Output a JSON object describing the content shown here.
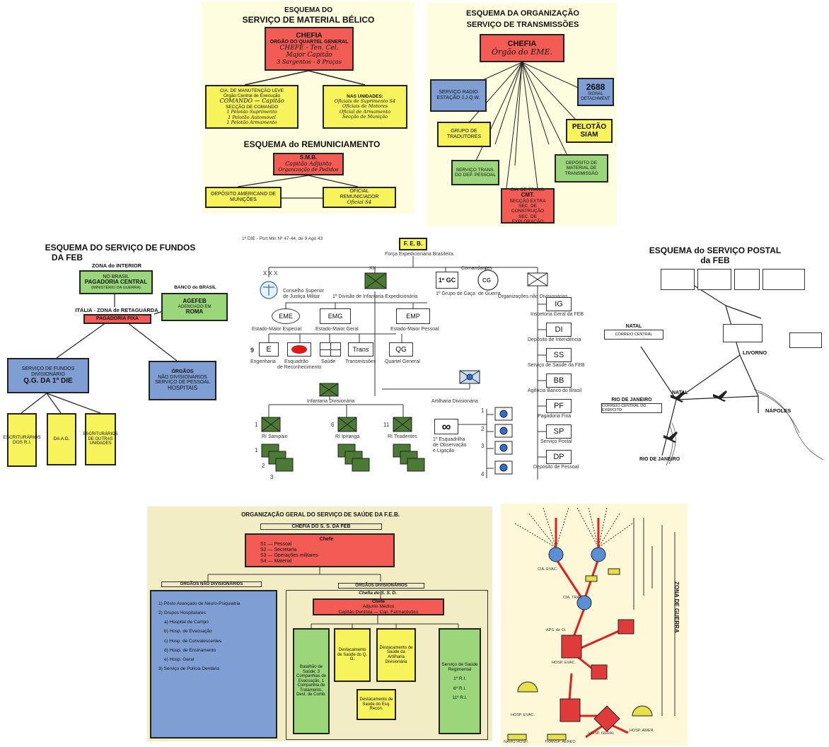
{
  "material_belico": {
    "title1": "ESQUEMA DO",
    "title2": "SERVIÇO DE MATERIAL BÉLICO",
    "chefia": "CHEFIA",
    "chefia_l2": "ORGÃO DO QUARTEL GENERAL",
    "chefia_l3": "CHEFE - Ten. Cel.",
    "chefia_l4": "Major  Capitão",
    "chefia_l5": "3 Sargentos - 8 Praças",
    "left_box_l1": "CIA. DE MANUTENÇÃO LEVE",
    "left_box_l2": "Órgão Central de Execução",
    "left_box_l3": "COMANDO — Capitão",
    "left_box_l4": "SECÇÃO DE COMANDO",
    "left_box_l5": "1 Pelotão Suprimento",
    "left_box_l6": "1 Pelotão Automóvel",
    "left_box_l7": "1 Pelotão Armamento",
    "right_box_l1": "NAS UNIDADES:",
    "right_box_l2": "Oficiais de Suprimento S4",
    "right_box_l3": "Oficiais de Motores",
    "right_box_l4": "Oficial de Armamento",
    "right_box_l5": "Secção de Munição"
  },
  "remuniciamento": {
    "title": "ESQUEMA do REMUNICIAMENTO",
    "smb_l1": "S.M.B.",
    "smb_l2": "Capitão Adjunto",
    "smb_l3": "Organização de Pedidos",
    "left": "DEPÓSITO AMERICANO DE MUNIÇÕES",
    "right_l1": "OFICIAL",
    "right_l2": "REMUNICIADOR",
    "right_l3": "Oficial S4"
  },
  "transmissoes": {
    "title1": "ESQUEMA DA ORGANIZAÇÃO",
    "title2": "SERVIÇO DE TRANSMISSÕES",
    "chefia": "CHEFIA",
    "chefia_l2": "Órgão do EME.",
    "radio": "SERVIÇO RADIO ESTAÇÃO J.J.Q.W.",
    "signal_num": "2688",
    "signal_l2": "SIGNAL DETACHMENT",
    "grupo": "GRUPO DE TRADUTORES",
    "pelotao": "PELOTÃO SIAM",
    "servico_trans": "SERVIÇO TRANS. DO DEP. PESSOAL",
    "deposito": "DEPÓSITO DE MATERIAL DE TRANSMISSÃO",
    "cia_l1": "CIA. DE TRANS.",
    "cia_l2": "CMT.",
    "cia_l3": "SECÇÃO EXTRA",
    "cia_l4": "SEC. DE CONSTRUÇÃO",
    "cia_l5": "SEC. DE EXPLORAÇÃO"
  },
  "fundos": {
    "title1": "ESQUEMA DO SERVIÇO DE FUNDOS",
    "title2": "DA FEB",
    "zona_interior": "ZONA do INTERIOR",
    "pagadoria_l1": "NO BRASIL",
    "pagadoria_l2": "PAGADORIA CENTRAL",
    "pagadoria_l3": "(MINISTÉRIO DA GUERRA)",
    "banco": "BANCO do BRASIL",
    "agefeb_l1": "AGEFEB",
    "agefeb_l2": "AGENCIADO EM",
    "agefeb_l3": "ROMA",
    "italia": "ITÁLIA - ZONA de RETAGUARDA",
    "pagadoria_fixa": "PAGADORIA FIXA",
    "servico_l1": "SERVIÇO DE FUNDOS",
    "servico_l2": "DIVISIONÁRIO",
    "servico_l3": "Q.G. DA 1ª DIE",
    "orgaos_l1": "ÓRGÃOS",
    "orgaos_l2": "NÃO DIVISIONÁRIOS",
    "orgaos_l3": "SERVIÇO DE PESSOAL",
    "orgaos_l4": "HOSPITAIS",
    "b1": "ESCRITURÁRIOS DOS R.I.",
    "b2": "DA A.D.",
    "b3": "ESCRITURÁRIOS DE OUTRAS UNIDADES"
  },
  "feb_chart": {
    "header": "1ª DIE - Port Min Nº 47-44, de 9 Ago 43",
    "feb": "F. E. B.",
    "feb_full": "Força Expedicionária Brasileira",
    "xxx": "X X X",
    "csjm_l1": "Conselho Superior",
    "csjm_l2": "de Justiça Militar",
    "xx": "XX",
    "die": "1ª Divisão de Infantaria Expedicionária",
    "gc1": "1º GC",
    "gc1_label": "1º Grupo de Caça",
    "cg": "CG",
    "cg_label": "de Guerra",
    "comandantes": "Comandantes",
    "orgs": "Organizações não Divisionárias",
    "eme": "EME",
    "emg": "EMG",
    "emp": "EMP",
    "eme_label": "Estado-Maior Especial",
    "emg_label": "Estado-Maior Geral",
    "emp_label": "Estado-Maior Pessoal",
    "nine": "9",
    "e": "E",
    "eng_label": "Engenharia",
    "esq_label": "Esquadrão",
    "recon_label": "de Reconhecimento",
    "saude_label": "Saúde",
    "trans": "Trans",
    "trans_label": "Transmissões",
    "qg": "QG",
    "qg_label": "Quartel General",
    "inf_div": "Infantaria Divisionária",
    "art_div": "Artilharia Divisionária",
    "ri_sampaio": "RI Sampaio",
    "ri_ipiranga": "RI Ipiranga",
    "ri_tiradentes": "RI Tiradentes",
    "n1": "1",
    "n6": "6",
    "n11": "11",
    "s1": "1",
    "s2": "2",
    "s3": "3",
    "inf": "∞",
    "obs_l1": "1º Esquadrilha",
    "obs_l2": "de Observação",
    "obs_l3": "e Ligação",
    "a1": "1",
    "a2": "2",
    "a3": "3",
    "a4": "4",
    "ig": "IG",
    "ig_label": "Inspetoria Geral da FEB",
    "di": "DI",
    "di_label": "Depósito de Intendência",
    "ss": "SS",
    "ss_label": "Serviço de Saúde da FEB",
    "bb": "BB",
    "bb_label": "Agência Banco do Brasil",
    "pf": "PF",
    "pf_label": "Pagadoria Fixa",
    "sp": "SP",
    "sp_label": "Serviço Postal",
    "dp": "DP",
    "dp_label": "Depósito de Pessoal"
  },
  "postal": {
    "title1": "ESQUEMA do SERVIÇO POSTAL",
    "title2": "da FEB",
    "natal": "NATAL",
    "natal_box": "CORREIO CENTRAL",
    "rio": "RIO DE JANEIRO",
    "rio_box": "CORREIO CENTRAL DO EXÉRCITO",
    "livorno": "LIVORNO",
    "napoles": "NÁPOLES",
    "natal_map": "NATAL",
    "rio_map": "RIO DE JANEIRO"
  },
  "saude": {
    "title": "ORGANIZAÇÃO GERAL DO SERVIÇO DE SAÚDE DA F.E.B.",
    "chefia_label": "CHEFIA DO S. S. DA FEB",
    "chefe": "Chefe",
    "s1": "S1 — Pessoal",
    "s2": "S2 — Secretaria",
    "s3": "S3 — Operações militares",
    "s4": "S4 — Material",
    "nao_div": "ÓRGÃOS NÃO DIVISIONÁRIOS",
    "div": "ÓRGÃOS DIVISIONÁRIOS",
    "blue_l1": "1) Pôsto Avançado de Neuro-Psiquiatria",
    "blue_l2": "2) Grupos Hospitalares",
    "blue_l3": "a) Hospital de Campo",
    "blue_l4": "b) Hosp. de Evacuação",
    "blue_l5": "c) Hosp. de Convalescentes",
    "blue_l6": "d) Hosp. de Ensinamento",
    "blue_l7": "e) Hosp. Geral",
    "blue_l8": "3) Serviço de Polícia Dentária",
    "chefia_ssd": "Chefia do S. S. D.",
    "chefe_d": "Chefe",
    "adjunto": "Adjunto Médico",
    "capitao": "Capitão Dentista — Cap. Farmacêutico",
    "g1": "Batalhão de Saúde: 3 Companhias de Evacuação, 1 Companhia de Tratamento, Dest. de Comb.",
    "y1": "Destacamento de Saúde do Q. G.",
    "y2": "Destacamento de Saúde da Artilharia Divisionária",
    "y3": "Destacamento de Saúde do Esq. Recon.",
    "g2_l1": "Serviço de Saúde Regimental",
    "g2_l2": "1º R.I.",
    "g2_l3": "6º R.I.",
    "g2_l4": "11º R.I."
  },
  "evac": {
    "zona": "ZONA DE GUERRA",
    "cia": "CIA. EVAC.",
    "cia2": "CIA. TRAT.",
    "aps": "APS. de Cl.",
    "hosp1": "HOSP. EVAC.",
    "hosp2": "HOSP. EVAC.",
    "hosp3": "HOSP. GERAL",
    "hosp4": "HOSP. AMER.",
    "navio": "NAVIO HOSP.",
    "trans": "TRANSP. AÉREO"
  },
  "colors": {
    "red": "#f25c54",
    "yellow": "#f7f35a",
    "blue": "#7f9fd4",
    "green": "#9bd67b",
    "army_green": "#4a7a34",
    "dot_blue": "#2f6fd0"
  }
}
